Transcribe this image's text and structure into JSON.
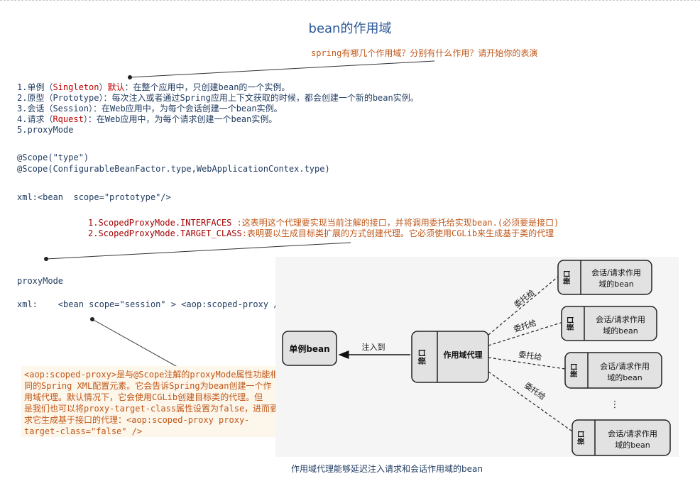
{
  "page": {
    "title": "bean的作用域"
  },
  "question_note": "spring有哪几个作用域？分别有什么作用？请开始你的表演",
  "scopes_list": {
    "item1_prefix": "1.单例（",
    "item1_en": "Singleton",
    "item1_mid": "）",
    "item1_default": "默认",
    "item1_rest": "：在整个应用中，只创建bean的一个实例。",
    "item2": "2.原型（Prototype）：每次注入或者通过Spring应用上下文获取的时候，都会创建一个新的bean实例。",
    "item3": "3.会话（Session）：在Web应用中，为每个会话创建一个bean实例。",
    "item4_prefix": "4.请求（",
    "item4_en": "Rquest",
    "item4_rest": "）：在Web应用中，为每个请求创建一个bean实例。",
    "item5": "5.proxyMode"
  },
  "annotations": {
    "scope_type": "@Scope(\"type\")",
    "scope_full": "@Scope(ConfigurableBeanFactor.type,WebApplicationContex.type)",
    "xml_bean": "xml:<bean  scope=\"prototype\"/>"
  },
  "proxy_modes": {
    "line1_a": "1.ScopedProxyMode.INTERFACES",
    "line1_b": " :这表明这个代理要实现当前注解的接口，并将调用委托给实现bean.(必须要是接口)",
    "line2_a": "2.ScopedProxyMode.TARGET_CLASS",
    "line2_b": ":表明要以生成目标类扩展的方式创建代理。它必须使用CGLib来生成基于类的代理"
  },
  "proxymode_section": {
    "heading": "proxyMode",
    "xml_line": "xml:    <bean scope=\"session\" > <aop:scoped-proxy /> </bean>"
  },
  "callout_text": "<aop:scoped-proxy>是与@Scope注解的proxyMode属性功能相\n同的Spring XML配置元素。它会告诉Spring为bean创建一个作\n用域代理。默认情况下，它会使用CGLib创建目标类的代理。但\n是我们也可以将proxy-target-class属性设置为false，进而要\n求它生成基于接口的代理：<aop:scoped-proxy proxy-\ntarget-class=\"false\" />",
  "diagram": {
    "singleton_bean": "单例bean",
    "inject_label": "注入到",
    "proxy_iface": "接口",
    "proxy_label": "作用域代理",
    "delegate_label": "委托给",
    "target_iface": "接口",
    "target_label_1": "会话/请求作用",
    "target_label_2": "域的bean",
    "ellipsis": "⋮"
  },
  "caption": "作用域代理能够延迟注入请求和会话作用域的bean",
  "colors": {
    "title": "#2b5797",
    "body_text": "#1f3a5f",
    "highlight_red": "#c00000",
    "note_orange": "#c0581a",
    "diagram_box": "#e8e8e8"
  }
}
